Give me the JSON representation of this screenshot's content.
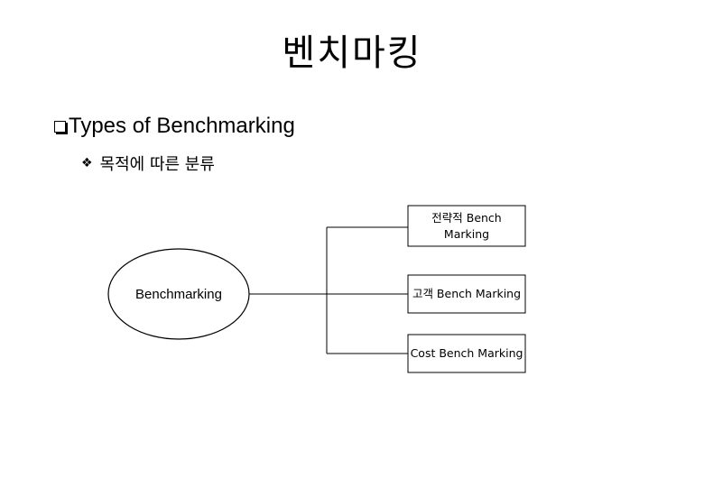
{
  "slide": {
    "title": "벤치마킹",
    "heading": "Types of Benchmarking",
    "subheading": "목적에 따른 분류",
    "bullet_icon": "q-box-bullet-icon",
    "sub_icon": "diamond-bullet-icon"
  },
  "diagram": {
    "root": "Benchmarking",
    "nodes": [
      {
        "label_line1": "전략적 Bench",
        "label_line2": "Marking"
      },
      {
        "label_line1": "고객 Bench Marking",
        "label_line2": ""
      },
      {
        "label_line1": "Cost Bench Marking",
        "label_line2": ""
      }
    ]
  }
}
